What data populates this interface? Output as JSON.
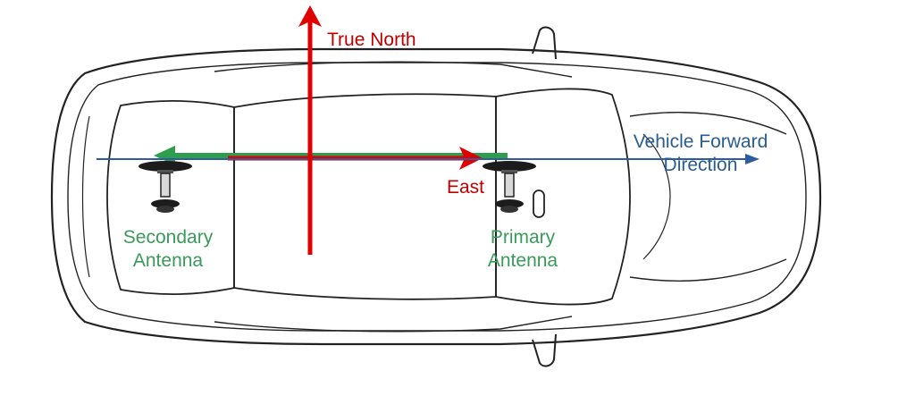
{
  "labels": {
    "true_north": "True North",
    "east": "East",
    "vehicle_forward_line1": "Vehicle Forward",
    "vehicle_forward_line2": "Direction",
    "secondary_line1": "Secondary",
    "secondary_line2": "Antenna",
    "primary_line1": "Primary",
    "primary_line2": "Antenna"
  },
  "colors": {
    "north_east": "#e00000",
    "forward": "#2f5c9e",
    "antenna_baseline": "#2e9d4e",
    "antenna_text": "#3a9a5a",
    "forward_text": "#2a5d8f",
    "north_text": "#c00000",
    "car_outline": "#222222"
  }
}
